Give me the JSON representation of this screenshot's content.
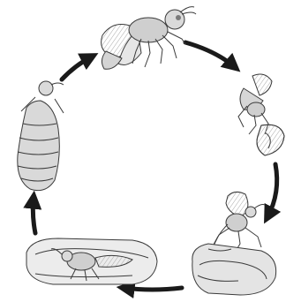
{
  "diagram": {
    "type": "life-cycle",
    "stages": [
      {
        "id": "adult-wasp",
        "icon": "adult-wasp-drawing"
      },
      {
        "id": "wasp-on-host",
        "icon": "wasp-on-host-drawing"
      },
      {
        "id": "wasp-ovipositing",
        "icon": "wasp-ovipositing-into-cocoon-drawing"
      },
      {
        "id": "wasp-in-cocoon",
        "icon": "wasp-in-cocoon-drawing"
      },
      {
        "id": "larva",
        "icon": "larva-drawing"
      }
    ],
    "cycle_direction": "clockwise",
    "colors": {
      "ink": "#3a3a3a",
      "arrow": "#1a1a1a",
      "shade": "#bdbdbd",
      "background": "#ffffff"
    }
  }
}
